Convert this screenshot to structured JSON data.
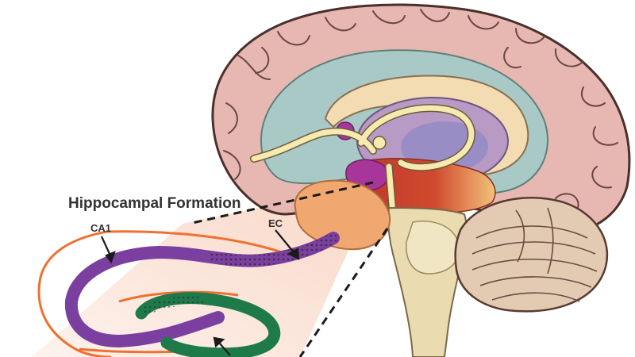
{
  "title": "Hippocampal Formation",
  "labels": {
    "ca1": "CA1",
    "ec": "EC"
  },
  "colors": {
    "cortex": "#e7b8b2",
    "cortex_outline": "#5a3a36",
    "ventricle": "#a9c9c6",
    "corpus_callosum": "#f3dcb2",
    "thalamus": "#b89ac4",
    "fornix": "#f6eab0",
    "hypothalamus": "#a8369a",
    "midbrain": "#c0392b",
    "hippocampus": "#f0a870",
    "brainstem": "#eadcb0",
    "cerebellum": "#e3cbb3",
    "ca1_band": "#7b3fa0",
    "dentate_band": "#1f7a4a",
    "outer_layer": "#f07030",
    "zoom_wedge": "#f8d8c8"
  },
  "icons": [
    "ca1-pointer-arrow-icon",
    "ec-pointer-arrow-icon",
    "dentate-pointer-arrow-icon"
  ]
}
